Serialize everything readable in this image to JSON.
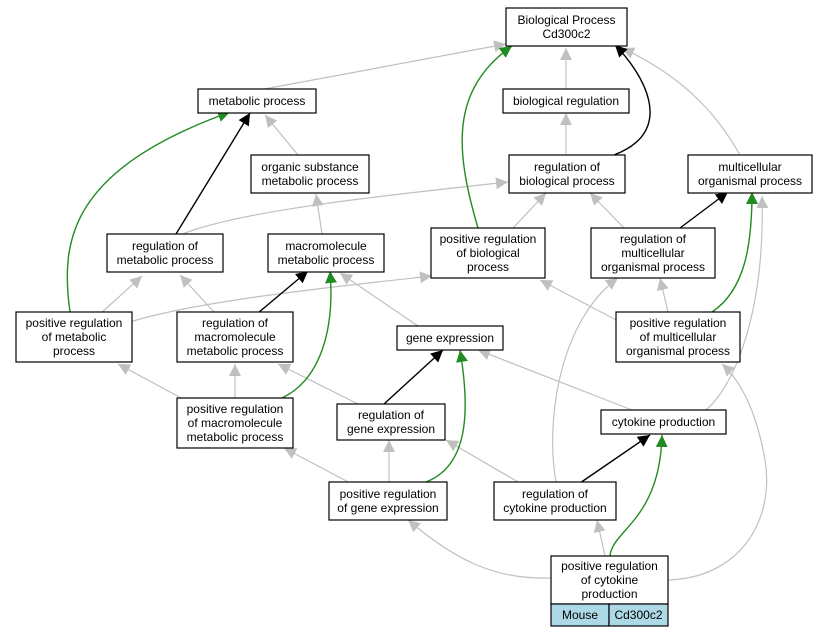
{
  "colors": {
    "is_a": "#c0c0c0",
    "part_of": "#000000",
    "positively_regulates": "#228b22",
    "tag_fill": "#add8e6"
  },
  "nodes": {
    "bp": [
      "Biological Process",
      "Cd300c2"
    ],
    "metabolic": [
      "metabolic process"
    ],
    "bioreg": [
      "biological regulation"
    ],
    "orgsub": [
      "organic substance",
      "metabolic process"
    ],
    "regbio": [
      "regulation of",
      "biological process"
    ],
    "multi": [
      "multicellular",
      "organismal process"
    ],
    "regmet": [
      "regulation of",
      "metabolic process"
    ],
    "macro": [
      "macromolecule",
      "metabolic process"
    ],
    "posregbio": [
      "positive regulation",
      "of biological",
      "process"
    ],
    "regmulti": [
      "regulation of",
      "multicellular",
      "organismal process"
    ],
    "posregmet": [
      "positive regulation",
      "of metabolic",
      "process"
    ],
    "regmacro": [
      "regulation of",
      "macromolecule",
      "metabolic process"
    ],
    "geneexp": [
      "gene expression"
    ],
    "posregmulti": [
      "positive regulation",
      "of multicellular",
      "organismal process"
    ],
    "posregmacro": [
      "positive regulation",
      "of macromolecule",
      "metabolic process"
    ],
    "reggene": [
      "regulation of",
      "gene expression"
    ],
    "cytoprod": [
      "cytokine production"
    ],
    "posreggene": [
      "positive regulation",
      "of gene expression"
    ],
    "regcyto": [
      "regulation of",
      "cytokine production"
    ],
    "posregcyto": [
      "positive regulation",
      "of cytokine",
      "production"
    ]
  },
  "focus_tags": [
    "Mouse",
    "Cd300c2"
  ]
}
